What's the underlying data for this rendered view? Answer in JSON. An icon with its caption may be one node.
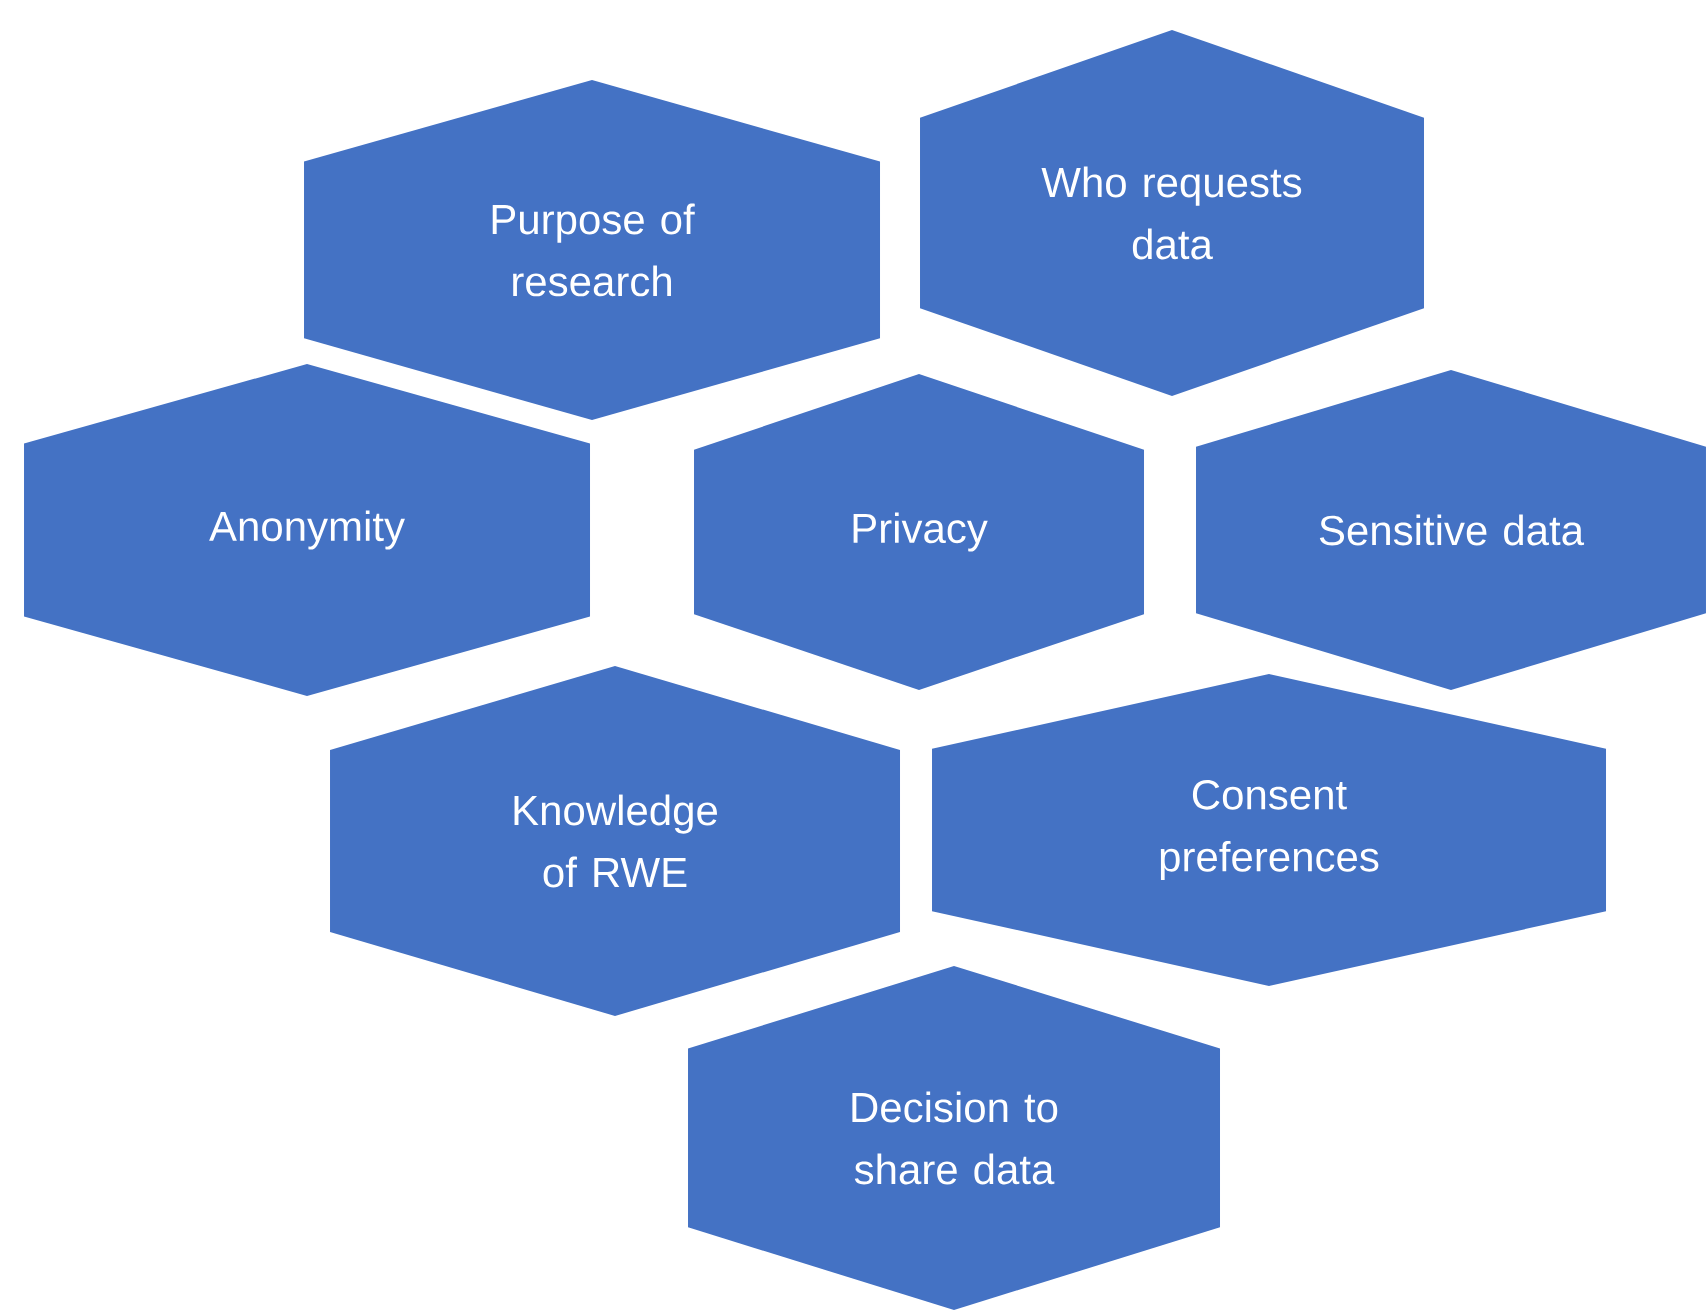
{
  "diagram": {
    "nodes": [
      {
        "text": [
          "Purpose of research"
        ]
      },
      {
        "text": [
          "Who requests data"
        ]
      },
      {
        "text": [
          "Anonymity"
        ]
      },
      {
        "text": [
          "Privacy"
        ]
      },
      {
        "text": [
          "Sensitive data"
        ]
      },
      {
        "text": [
          "Knowledge of RWE"
        ]
      },
      {
        "text": [
          "Consent preferences"
        ]
      },
      {
        "text": [
          "Decision to share data"
        ]
      }
    ]
  }
}
